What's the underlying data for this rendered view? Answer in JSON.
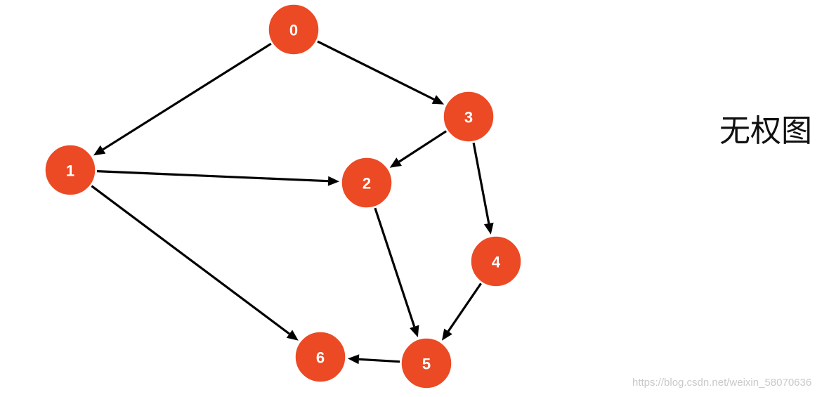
{
  "title": "无权图",
  "watermark": "https://blog.csdn.net/weixin_58070636",
  "colors": {
    "node_fill": "#eb4a24",
    "edge": "#000000",
    "background": "#ffffff"
  },
  "graph": {
    "nodes": [
      {
        "id": "0",
        "label": "0"
      },
      {
        "id": "1",
        "label": "1"
      },
      {
        "id": "2",
        "label": "2"
      },
      {
        "id": "3",
        "label": "3"
      },
      {
        "id": "4",
        "label": "4"
      },
      {
        "id": "5",
        "label": "5"
      },
      {
        "id": "6",
        "label": "6"
      }
    ],
    "edges": [
      {
        "from": "0",
        "to": "1"
      },
      {
        "from": "0",
        "to": "3"
      },
      {
        "from": "1",
        "to": "2"
      },
      {
        "from": "1",
        "to": "6"
      },
      {
        "from": "3",
        "to": "2"
      },
      {
        "from": "3",
        "to": "4"
      },
      {
        "from": "2",
        "to": "5"
      },
      {
        "from": "4",
        "to": "5"
      },
      {
        "from": "5",
        "to": "6"
      }
    ]
  }
}
